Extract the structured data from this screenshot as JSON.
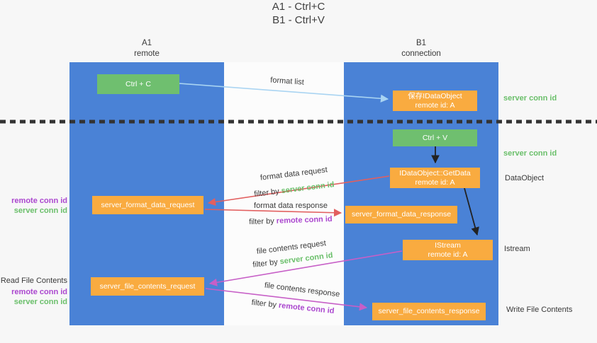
{
  "title": {
    "line1": "A1 - Ctrl+C",
    "line2": "B1 - Ctrl+V"
  },
  "lanes": {
    "a1": {
      "name": "A1",
      "role": "remote"
    },
    "b1": {
      "name": "B1",
      "role": "connection"
    }
  },
  "nodes": {
    "ctrl_c": {
      "label": "Ctrl + C"
    },
    "save_idataobject": {
      "line1": "保存IDataObject",
      "line2": "remote id: A"
    },
    "ctrl_v": {
      "label": "Ctrl + V"
    },
    "getdata": {
      "line1": "IDataObject::GetData",
      "line2": "remote id: A"
    },
    "format_request": {
      "label": "server_format_data_request"
    },
    "format_response": {
      "label": "server_format_data_response"
    },
    "istream": {
      "line1": "IStream",
      "line2": "remote id: A"
    },
    "file_request": {
      "label": "server_file_contents_request"
    },
    "file_response": {
      "label": "server_file_contents_response"
    }
  },
  "arrows": {
    "format_list": {
      "label": "format list"
    },
    "format_data_request": {
      "label": "format data request",
      "filter_prefix": "filter by ",
      "filter_key": "server conn id"
    },
    "format_data_response": {
      "label": "format data response",
      "filter_prefix": "filter by ",
      "filter_key": "remote conn id"
    },
    "file_contents_request": {
      "label": "file contents request",
      "filter_prefix": "filter by ",
      "filter_key": "server conn id"
    },
    "file_contents_response": {
      "label": "file contents response",
      "filter_prefix": "filter by ",
      "filter_key": "remote conn id"
    }
  },
  "side_labels": {
    "right_server_conn_id_top": "server conn id",
    "right_server_conn_id_mid": "server conn id",
    "right_dataobject": "DataObject",
    "right_istream": "Istream",
    "right_write_file_contents": "Write File Contents",
    "left_remote_conn_id_1": "remote conn id",
    "left_server_conn_id_1": "server conn id",
    "left_read_file_contents": "Read File Contents",
    "left_remote_conn_id_2": "remote conn id",
    "left_server_conn_id_2": "server conn id"
  },
  "colors": {
    "lane_blue": "#4a82d6",
    "node_green": "#6fbf6f",
    "node_orange": "#f9ab40",
    "arrow_light_blue": "#a9d4f2",
    "arrow_red": "#e25f5f",
    "arrow_magenta": "#c75fc7",
    "arrow_black": "#222222",
    "text_green": "#6abf6a",
    "text_purple": "#ab47cf",
    "text_dark": "#3a3a3a",
    "dashed_line": "#333333",
    "background": "#f7f7f7"
  }
}
